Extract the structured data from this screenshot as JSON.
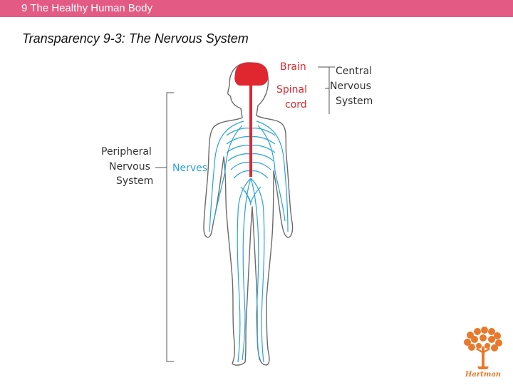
{
  "header": {
    "title": "9 The Healthy Human Body"
  },
  "slide": {
    "title": "Transparency 9-3: The Nervous System"
  },
  "diagram": {
    "labels": {
      "brain": "Brain",
      "spinal_cord_1": "Spinal",
      "spinal_cord_2": "cord",
      "cns_1": "Central",
      "cns_2": "Nervous",
      "cns_3": "System",
      "pns_1": "Peripheral",
      "pns_2": "Nervous",
      "pns_3": "System",
      "nerves": "Nerves"
    },
    "colors": {
      "cns": "#e0262f",
      "nerves": "#2ba3d6",
      "bracket": "#555555"
    }
  },
  "logo": {
    "text": "Hartman",
    "color": "#e8792b"
  }
}
